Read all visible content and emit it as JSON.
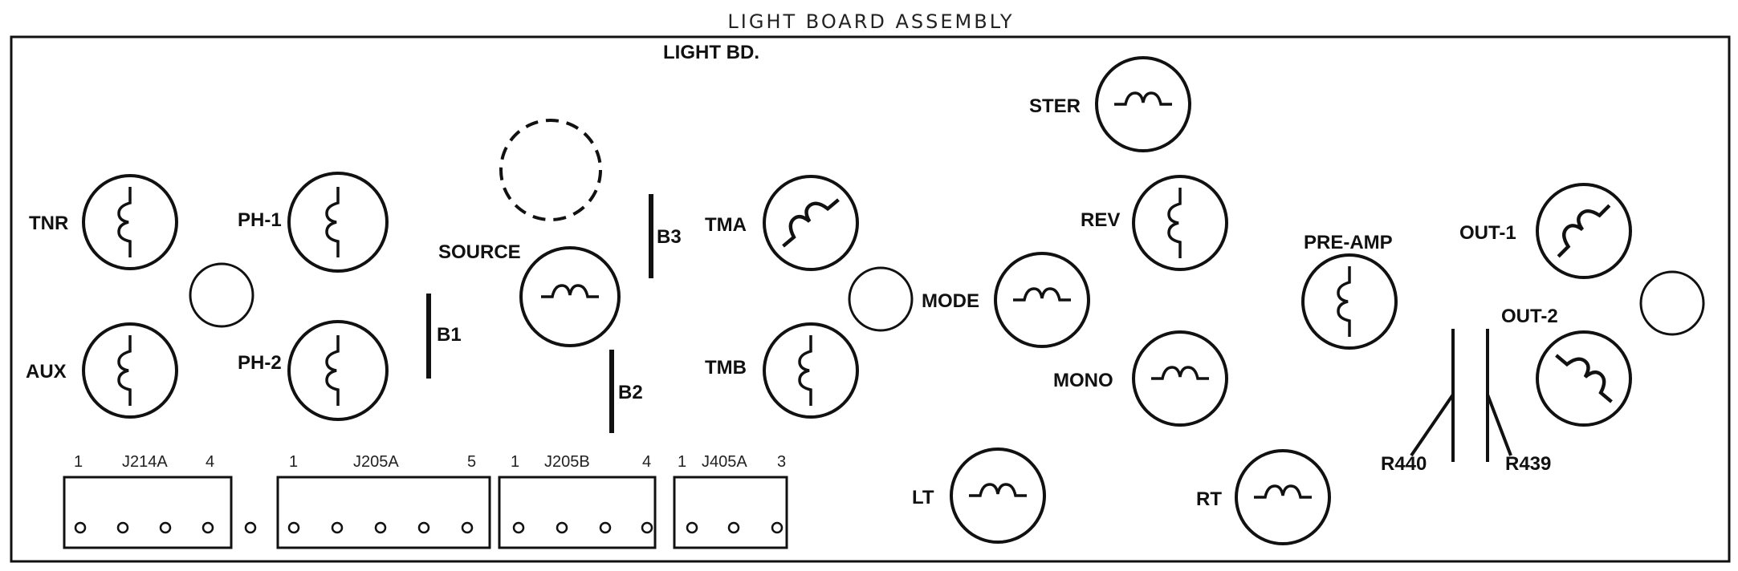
{
  "title": "LIGHT BOARD ASSEMBLY",
  "board_label": "LIGHT BD.",
  "lamps": {
    "tnr": "TNR",
    "aux": "AUX",
    "ph1": "PH-1",
    "ph2": "PH-2",
    "source": "SOURCE",
    "tma": "TMA",
    "tmb": "TMB",
    "mode": "MODE",
    "ster": "STER",
    "rev": "REV",
    "mono": "MONO",
    "preamp": "PRE-AMP",
    "out1": "OUT-1",
    "out2": "OUT-2",
    "lt": "LT",
    "rt": "RT"
  },
  "brackets": {
    "b1": "B1",
    "b2": "B2",
    "b3": "B3"
  },
  "resistors": {
    "r440": "R440",
    "r439": "R439"
  },
  "connectors": {
    "j214a": {
      "name": "J214A",
      "pin_first": "1",
      "pin_last": "4"
    },
    "j205a": {
      "name": "J205A",
      "pin_first": "1",
      "pin_last": "5"
    },
    "j205b": {
      "name": "J205B",
      "pin_first": "1",
      "pin_last": "4"
    },
    "j405a": {
      "name": "J405A",
      "pin_first": "1",
      "pin_last": "3"
    }
  }
}
